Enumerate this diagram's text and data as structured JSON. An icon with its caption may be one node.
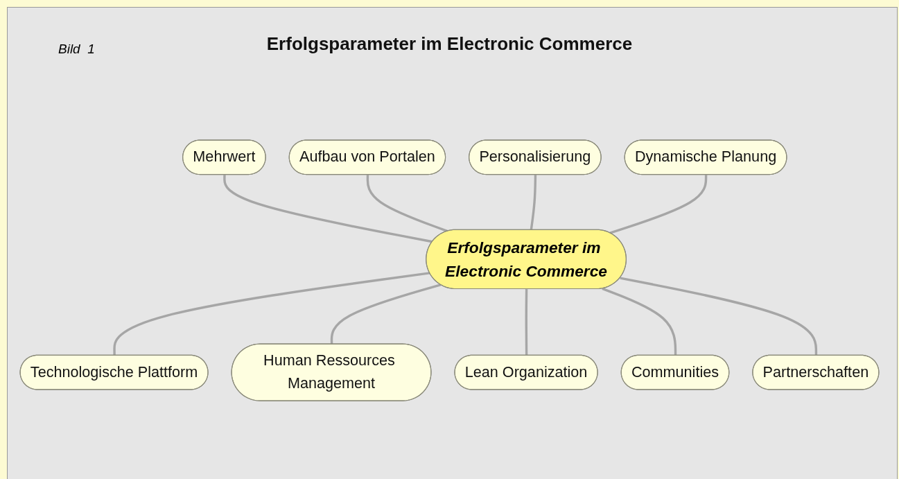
{
  "diagram": {
    "title": "Erfolgsparameter im Electronic Commerce",
    "nodes": [
      {
        "text": [
          "Mehrwert"
        ]
      },
      {
        "text": [
          "Aufbau von Portalen"
        ]
      },
      {
        "text": [
          "Personalisierung"
        ]
      },
      {
        "text": [
          "Dynamische Planung"
        ]
      },
      {
        "text": [
          "Erfolgsparameter im Electronic Commerce"
        ]
      },
      {
        "text": [
          "Technologische Plattform"
        ]
      },
      {
        "text": [
          "Human Ressources Management"
        ]
      },
      {
        "text": [
          "Lean Organization"
        ]
      },
      {
        "text": [
          "Communities"
        ]
      },
      {
        "text": [
          "Partnerschaften"
        ]
      }
    ],
    "edges": [
      {
        "from": 0,
        "to": 4,
        "arrow": "none"
      },
      {
        "from": 1,
        "to": 4,
        "arrow": "none"
      },
      {
        "from": 2,
        "to": 4,
        "arrow": "none"
      },
      {
        "from": 3,
        "to": 4,
        "arrow": "none"
      },
      {
        "from": 4,
        "to": 5,
        "arrow": "none"
      },
      {
        "from": 4,
        "to": 6,
        "arrow": "none"
      },
      {
        "from": 4,
        "to": 7,
        "arrow": "none"
      },
      {
        "from": 4,
        "to": 8,
        "arrow": "none"
      },
      {
        "from": 4,
        "to": 9,
        "arrow": "none"
      }
    ],
    "labels": [
      "Bild  1"
    ]
  }
}
